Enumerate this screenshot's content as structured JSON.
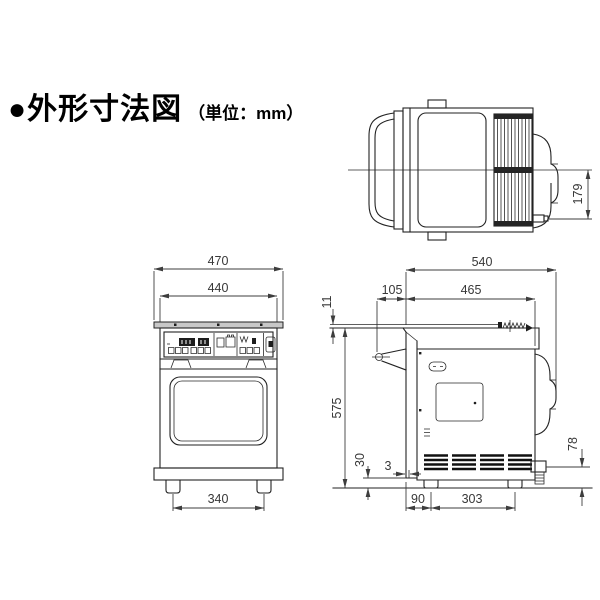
{
  "title": {
    "main": "●外形寸法図",
    "unit": "（単位：mm）"
  },
  "drawing_unit": "mm",
  "colors": {
    "line": "#222222",
    "dimension": "#3d3d3d",
    "plate_fill": "#c8c8c8",
    "background": "#ffffff"
  },
  "views": {
    "front": {
      "label": "front-view"
    },
    "side": {
      "label": "side-view"
    },
    "top": {
      "label": "top-view"
    }
  },
  "dims": {
    "front_overall_width": "470",
    "front_body_width": "440",
    "front_feet_span": "340",
    "side_overall_depth": "540",
    "side_handle_depth": "105",
    "side_body_depth": "465",
    "side_top_rail_height": "11",
    "side_overall_height": "575",
    "side_door_floor_clearance": "30",
    "side_door_lip": "3",
    "side_front_foot_offset": "90",
    "side_foot_pitch": "303",
    "side_gas_joint_height": "78",
    "top_center_to_gas_pipe": "179"
  }
}
